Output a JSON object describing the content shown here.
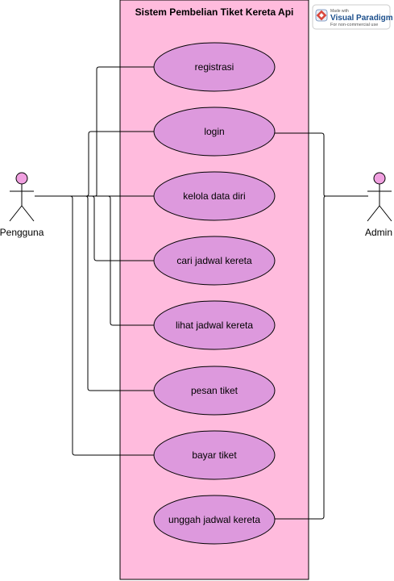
{
  "system": {
    "title": "Sistem Pembelian Tiket Kereta Api",
    "fill_color": "#ffbbdd"
  },
  "use_cases": [
    {
      "id": "registrasi",
      "label": "registrasi"
    },
    {
      "id": "login",
      "label": "login"
    },
    {
      "id": "kelola-data-diri",
      "label": "kelola data diri"
    },
    {
      "id": "cari-jadwal-kereta",
      "label": "cari jadwal kereta"
    },
    {
      "id": "lihat-jadwal-kereta",
      "label": "lihat jadwal kereta"
    },
    {
      "id": "pesan-tiket",
      "label": "pesan tiket"
    },
    {
      "id": "bayar-tiket",
      "label": "bayar tiket"
    },
    {
      "id": "unggah-jadwal-kereta",
      "label": "unggah jadwal kereta"
    }
  ],
  "use_case_fill": "#dd99dd",
  "actors": {
    "pengguna": {
      "label": "Pengguna"
    },
    "admin": {
      "label": "Admin"
    }
  },
  "actor_head_fill": "#f0a0e0",
  "watermark": {
    "made_with": "Made with",
    "brand": "Visual Paradigm",
    "note": "For non-commercial use"
  }
}
